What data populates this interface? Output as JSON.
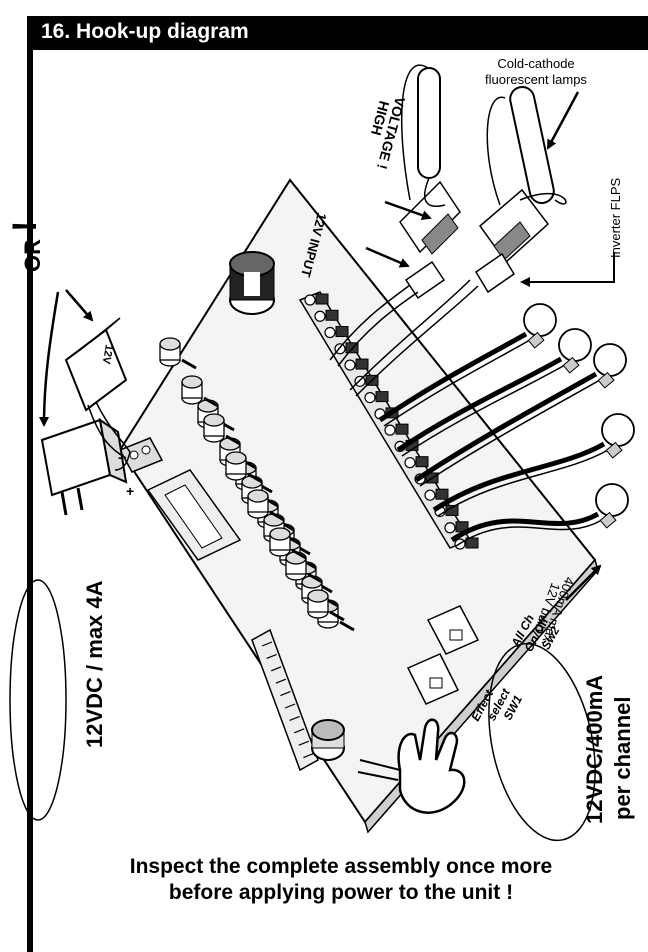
{
  "section": {
    "title": "16. Hook-up diagram"
  },
  "labels": {
    "lamps_line1": "Cold-cathode",
    "lamps_line2": "fluorescent lamps",
    "inverter": "Inverter FLPS",
    "high_voltage_line1": "HIGH",
    "high_voltage_line2": "VOLTAGE !",
    "input_12v": "12V INPUT",
    "or_text": "OR",
    "or_mark": "!",
    "battery": "12V",
    "bulb_line1": "12V bulb",
    "bulb_line2": "400mA max.",
    "supply": "12VDC / max 4A",
    "channel_line1": "12VDC/400mA",
    "channel_line2": "per channel",
    "effect_line1": "Effect",
    "effect_line2": "select",
    "effect_line3": "SW1",
    "allch_line1": "All Ch",
    "allch_line2": "On/Off",
    "allch_line3": "Sw2",
    "minus": "-",
    "plus": "+"
  },
  "caption": {
    "line1": "Inspect the complete assembly once more",
    "line2": "before applying power to the unit !"
  },
  "colors": {
    "ink": "#000000",
    "paper": "#ffffff",
    "board": "#f4f4f4"
  }
}
